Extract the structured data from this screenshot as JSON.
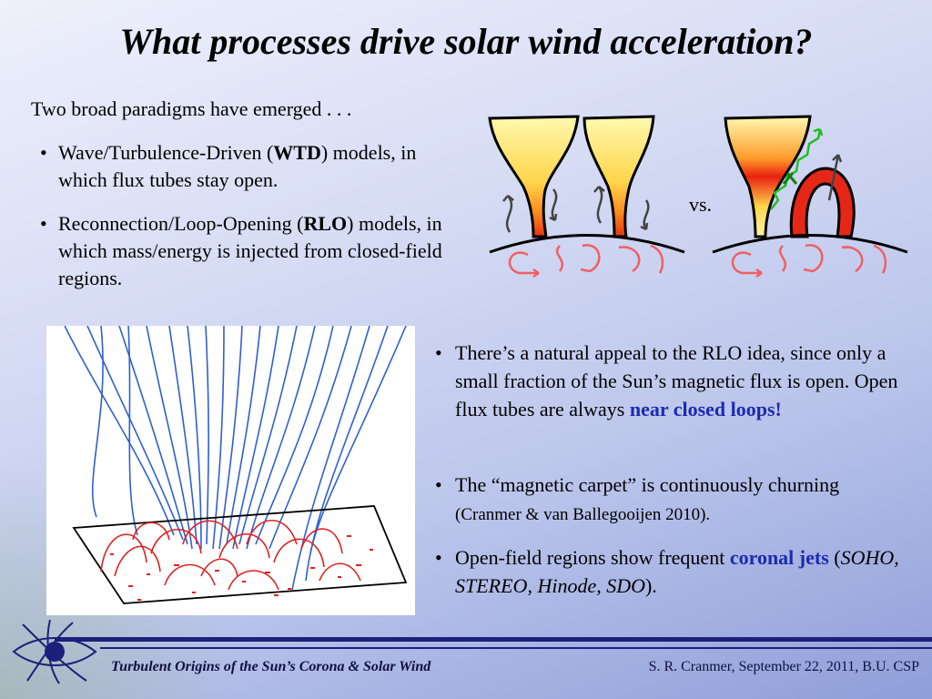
{
  "title": "What processes drive solar wind acceleration?",
  "intro": "Two broad paradigms have emerged . . .",
  "bullets_top": [
    {
      "pre": "Wave/Turbulence-Driven  (",
      "bold": "WTD",
      "post": ") models, in which flux tubes stay open."
    },
    {
      "pre": "Reconnection/Loop-Opening  (",
      "bold": "RLO",
      "post": ") models, in which mass/energy is injected from closed-field regions."
    }
  ],
  "vs_label": "vs.",
  "bullets_right": [
    {
      "text": "There’s a natural appeal to the RLO idea, since only a small fraction of the Sun’s magnetic flux is open.  Open flux tubes are always ",
      "highlight": "near closed loops!"
    },
    {
      "text": "The “magnetic carpet” is continuously churning  ",
      "small": "(Cranmer & van Ballegooijen 2010)."
    },
    {
      "text": "Open-field regions show frequent ",
      "highlight": "coronal jets",
      "paren_open": "  (",
      "italic": "SOHO, STEREO, Hinode, SDO",
      "paren_close": ")."
    }
  ],
  "footer": {
    "left": "Turbulent Origins of the Sun’s Corona & Solar Wind",
    "right": "S. R. Cranmer, September 22, 2011, B.U. CSP"
  },
  "bullet_char": "•",
  "colors": {
    "accent_blue": "#1b2bb0",
    "footer_navy": "#1d1f7a",
    "field_line_blue": "#2f5fd0",
    "loop_red": "#e02020"
  },
  "icons": [
    "sun-logo-icon"
  ]
}
